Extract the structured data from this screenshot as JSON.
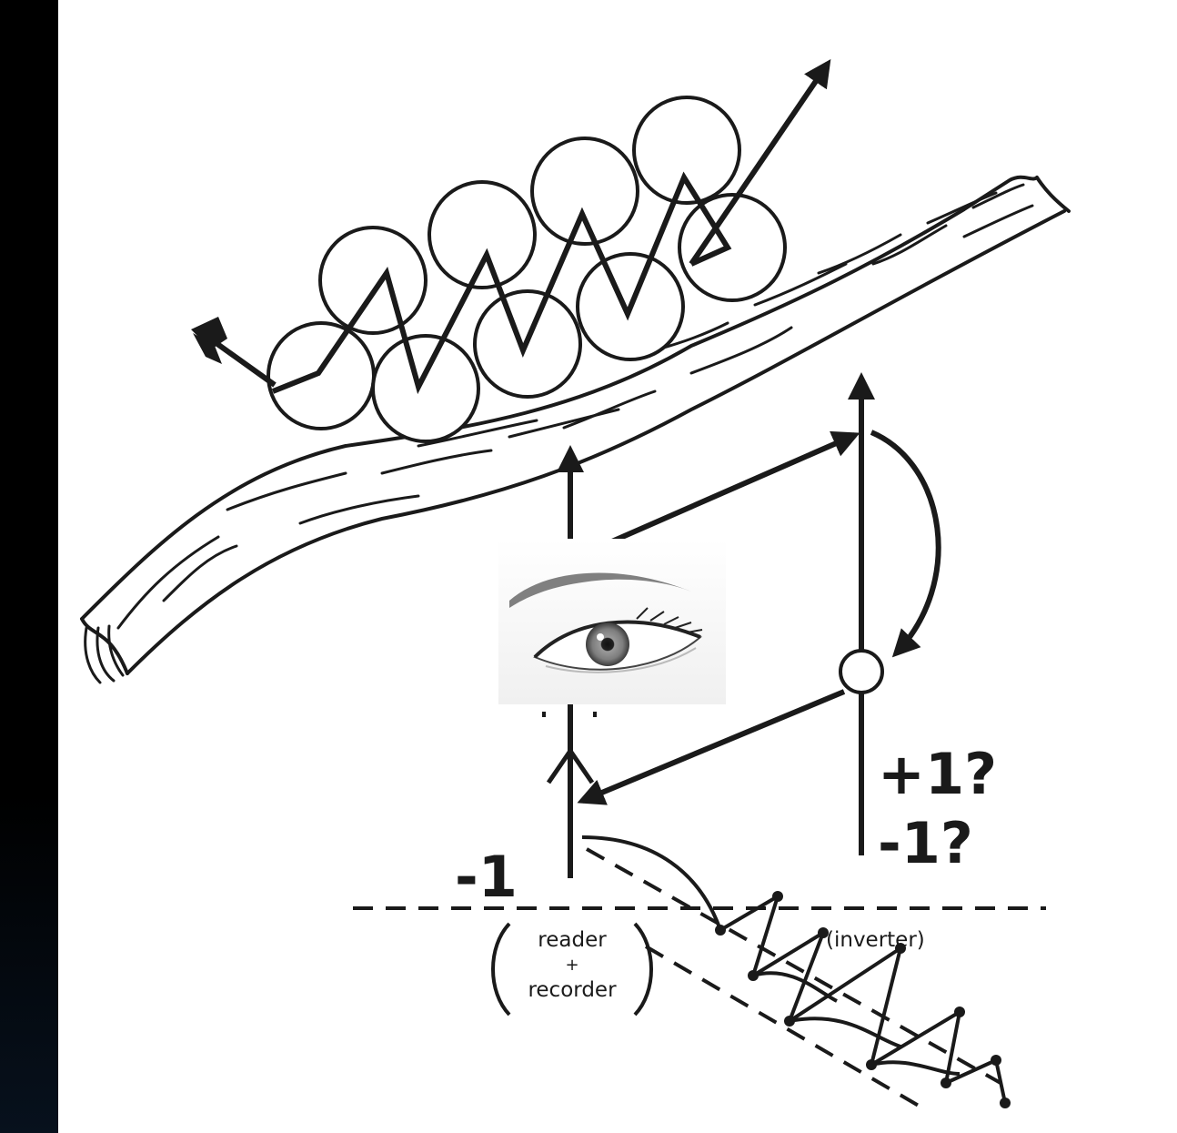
{
  "labels": {
    "plus_one": "+1?",
    "minus_one_q": "-1?",
    "minus_one": "-1",
    "reader": "reader",
    "plus": "+",
    "recorder": "recorder",
    "inverter": "(inverter)"
  },
  "colors": {
    "ink": "#1a1a1a",
    "background": "#ffffff",
    "frame": "#000000"
  },
  "icons": {
    "eye": "eye-image",
    "fletching": "arrow-fletching-icon"
  }
}
